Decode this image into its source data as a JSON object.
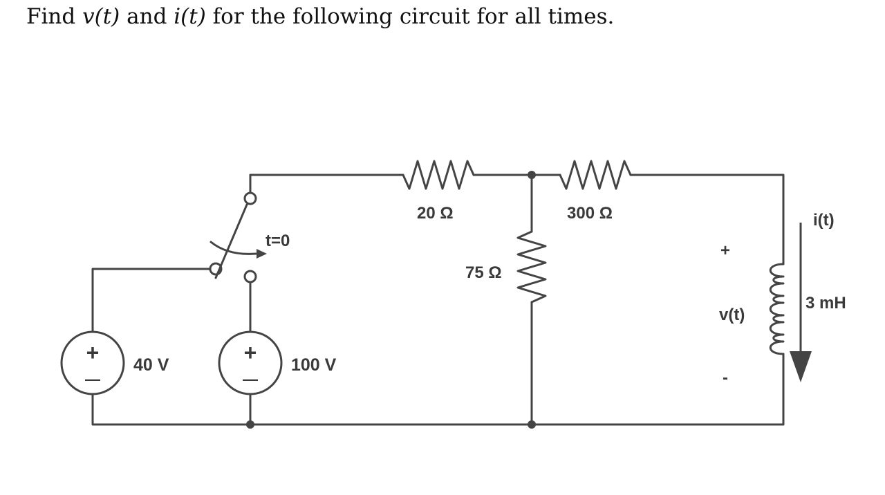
{
  "question": {
    "prefix": "Find ",
    "v_expr": "v(t)",
    "middle": " and ",
    "i_expr": "i(t)",
    "suffix": " for the following circuit for all times."
  },
  "circuit": {
    "source_left": {
      "value": "40 V",
      "plus": "+",
      "minus": "—"
    },
    "source_right": {
      "value": "100 V",
      "plus": "+",
      "minus": "—"
    },
    "switch_label": "t=0",
    "r1": "20 Ω",
    "r2": "300 Ω",
    "r3": "75 Ω",
    "inductor": "3 mH",
    "current_label": "i(t)",
    "voltage_label": "v(t)",
    "voltage_plus": "+",
    "voltage_minus": "-"
  }
}
